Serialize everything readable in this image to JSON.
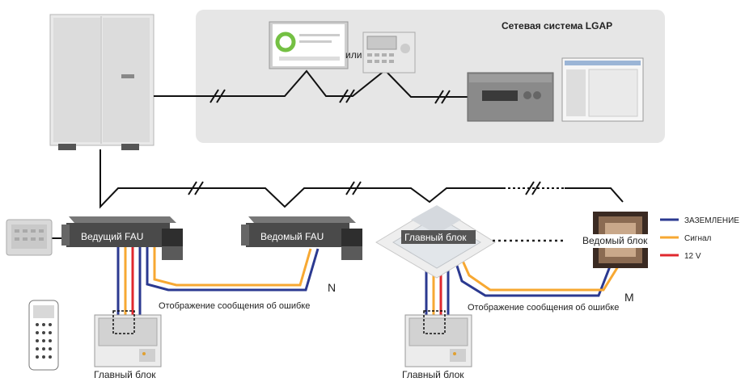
{
  "lgap": {
    "title": "Сетевая система LGAP",
    "or_label": "или"
  },
  "units": {
    "master_fau": "Ведущий FAU",
    "slave_fau": "Ведомый FAU",
    "main_unit": "Главный блок",
    "slave_unit": "Ведомый блок"
  },
  "error_messages": {
    "left": "Отображение сообщения об ошибке",
    "right": "Отображение сообщения об ошибке"
  },
  "controllers": {
    "left_label": "Главный блок",
    "right_label": "Главный блок"
  },
  "markers": {
    "n": "N",
    "m": "M"
  },
  "legend": [
    {
      "label": "ЗАЗЕМЛЕНИЕ",
      "color": "#2b3990"
    },
    {
      "label": "Сигнал",
      "color": "#f7a832"
    },
    {
      "label": "12 V",
      "color": "#e0282e"
    }
  ],
  "colors": {
    "ground": "#2b3990",
    "signal": "#f7a832",
    "power": "#e0282e",
    "panel": "#e6e6e6",
    "bus": "#111111"
  }
}
